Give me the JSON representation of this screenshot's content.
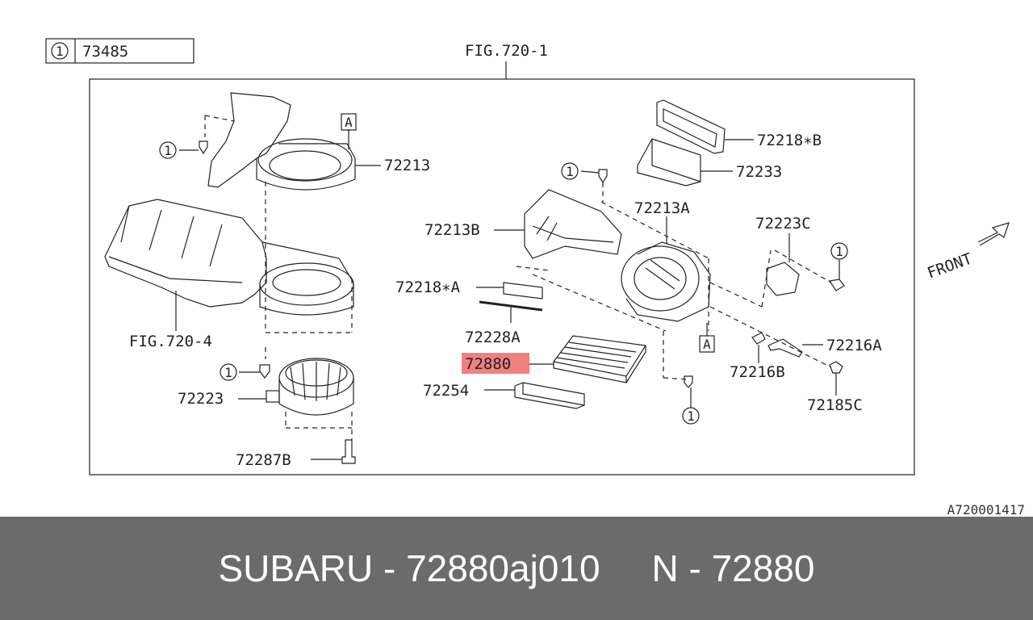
{
  "ref_table": {
    "marker": "1",
    "part": "73485"
  },
  "figure_title": "FIG.720-1",
  "callouts": [
    {
      "id": "72213",
      "text": "72213"
    },
    {
      "id": "72213B",
      "text": "72213B"
    },
    {
      "id": "72213A",
      "text": "72213A"
    },
    {
      "id": "72218B",
      "text": "72218∗B"
    },
    {
      "id": "72233",
      "text": "72233"
    },
    {
      "id": "72223C",
      "text": "72223C"
    },
    {
      "id": "72218A",
      "text": "72218∗A"
    },
    {
      "id": "72228A",
      "text": "72228A"
    },
    {
      "id": "72880",
      "text": "72880"
    },
    {
      "id": "72254",
      "text": "72254"
    },
    {
      "id": "72216A",
      "text": "72216A"
    },
    {
      "id": "72216B",
      "text": "72216B"
    },
    {
      "id": "72185C",
      "text": "72185C"
    },
    {
      "id": "fig7204",
      "text": "FIG.720-4"
    },
    {
      "id": "72223",
      "text": "72223"
    },
    {
      "id": "72287B",
      "text": "72287B"
    }
  ],
  "ref_markers": [
    "1",
    "1",
    "1",
    "1",
    "1",
    "1"
  ],
  "section_markers": [
    "A",
    "A"
  ],
  "front_label": "FRONT",
  "highlight_color": "#f08080",
  "image_code": "A720001417",
  "footer": {
    "brand_part": "SUBARU - 72880aj010",
    "group": "N - 72880"
  }
}
